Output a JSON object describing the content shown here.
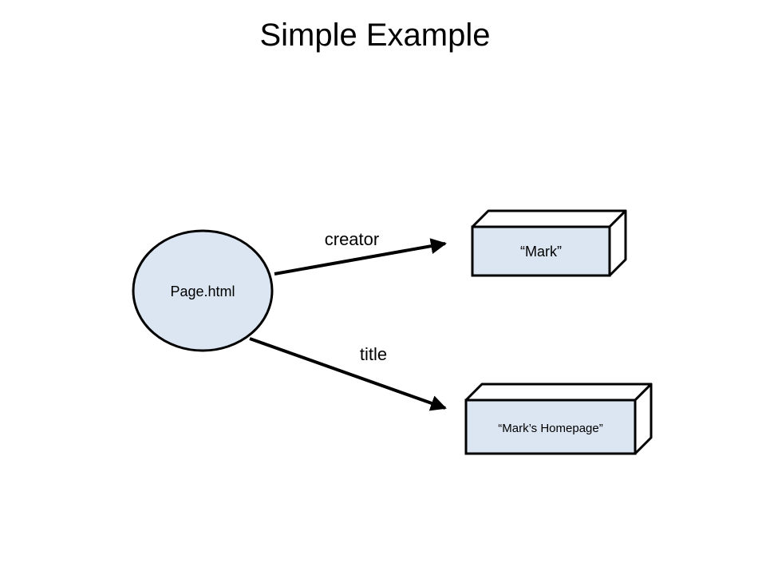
{
  "title": "Simple Example",
  "colors": {
    "node_fill": "#dce6f2",
    "stroke": "#000000",
    "box_side": "#ffffff"
  },
  "nodes": {
    "resource": {
      "label": "Page.html",
      "shape": "ellipse"
    },
    "literal_creator": {
      "label": "“Mark”",
      "shape": "box"
    },
    "literal_title": {
      "label": "“Mark’s Homepage”",
      "shape": "box"
    }
  },
  "edges": {
    "creator": {
      "label": "creator",
      "from": "resource",
      "to": "literal_creator"
    },
    "title": {
      "label": "title",
      "from": "resource",
      "to": "literal_title"
    }
  }
}
